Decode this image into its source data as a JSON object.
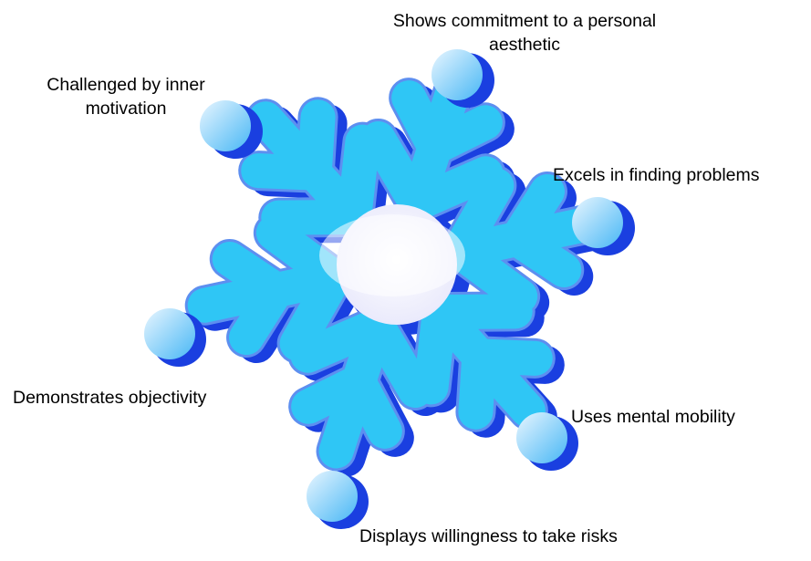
{
  "diagram": {
    "labels": {
      "top": [
        "Shows commitment to a personal",
        "aesthetic"
      ],
      "upper_left": [
        "Challenged by inner",
        "motivation"
      ],
      "right": "Excels in finding problems",
      "left": "Demonstrates objectivity",
      "lower_right": "Uses mental mobility",
      "bottom": "Displays willingness to take risks"
    },
    "colors": {
      "deep_blue": "#1a3fe0",
      "mid_blue": "#2f7ff0",
      "cyan": "#38c8f6",
      "pale": "#f4f2ff"
    },
    "icon": "snowflake-icon"
  }
}
